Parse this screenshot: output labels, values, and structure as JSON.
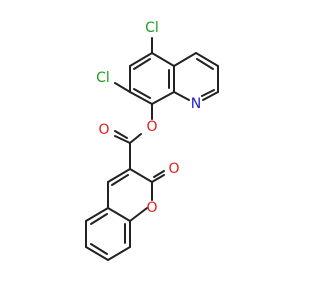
{
  "molecule": {
    "atom_labels": {
      "cl_top": "Cl",
      "cl_left": "Cl",
      "n_ring": "N",
      "o_ester": "O",
      "o_carbonyl_left": "O",
      "o_lactone_ring": "O",
      "o_lactone_carbonyl": "O"
    },
    "colors": {
      "bond": "#222222",
      "chlorine": "#1e9e1e",
      "nitrogen": "#2020d0",
      "oxygen": "#e01e1e"
    }
  }
}
